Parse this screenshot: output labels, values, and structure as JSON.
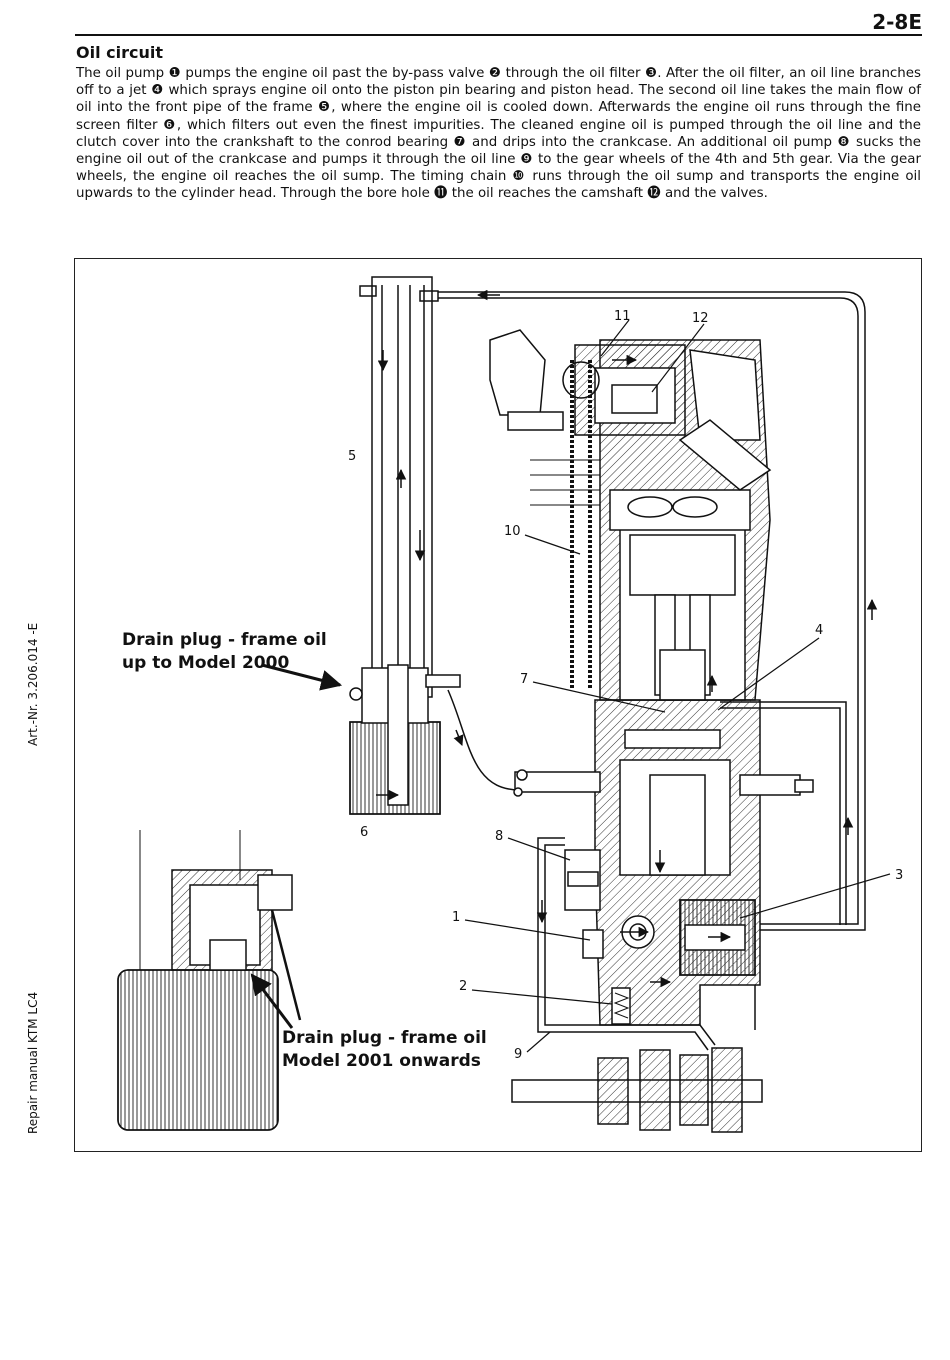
{
  "header": {
    "page_number": "2-8E"
  },
  "section": {
    "title": "Oil circuit",
    "paragraph": "The oil pump ❶ pumps the engine oil past the by-pass valve ❷ through the oil filter ❸. After the oil filter, an oil line branches off to a jet ❹ which sprays engine oil onto the piston pin bearing and piston head. The second oil line takes the main flow of oil into the front pipe of the frame ❺, where the engine oil is cooled down. Afterwards the engine oil runs through the fine screen filter ❻, which filters out even the finest impurities. The cleaned engine oil is pumped through the oil line and the clutch cover into the crankshaft to the conrod bearing ❼ and drips into the crankcase. An additional oil pump ❽ sucks the engine oil out of the crankcase and pumps it through the oil line ❾ to the gear wheels of the 4th and 5th gear. Via the gear wheels, the engine oil reaches the oil sump. The timing chain ❿ runs through the oil sump and transports the engine oil upwards to the cylinder head. Through the bore hole ⓫ the oil reaches the camshaft ⓬ and the valves."
  },
  "sidebar": {
    "art_nr": "Art.-Nr. 3.206.014 -E",
    "manual": "Repair manual KTM LC4"
  },
  "figure": {
    "drain_old_line1": "Drain plug - frame oil",
    "drain_old_line2": "up to Model 2000",
    "drain_new_line1": "Drain plug - frame oil",
    "drain_new_line2": "Model 2001 onwards",
    "callouts": {
      "n1": "1",
      "n2": "2",
      "n3": "3",
      "n4": "4",
      "n5": "5",
      "n6": "6",
      "n7": "7",
      "n8": "8",
      "n9": "9",
      "n10": "10",
      "n11": "11",
      "n12": "12"
    }
  }
}
